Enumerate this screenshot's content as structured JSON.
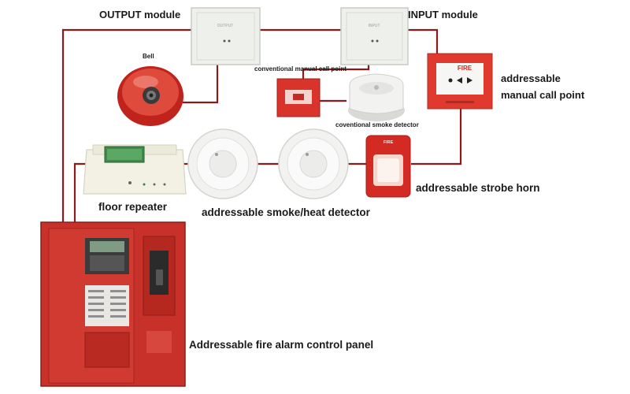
{
  "labels": {
    "output_module": "OUTPUT module",
    "input_module": "INPUT module",
    "bell": "Bell",
    "conventional_call_point": "conventional manual call point",
    "conventional_smoke_detector": "coventional smoke detector",
    "addressable_call_point_line1": "addressable",
    "addressable_call_point_line2": "manual call point",
    "floor_repeater": "floor repeater",
    "addressable_detector": "addressable smoke/heat detector",
    "strobe_horn": "addressable strobe horn",
    "control_panel": "Addressable fire alarm control panel"
  },
  "device_text": {
    "output_module_face": "OUTPUT",
    "input_module_face": "INPUT",
    "call_point_face": "FIRE",
    "strobe_face": "FIRE"
  },
  "colors": {
    "wire": "#8b1a1a",
    "panel_red": "#c8302a",
    "module_white": "#eef0ec",
    "detector_white": "#f2f2f0",
    "display_green": "#3f8a4a"
  }
}
